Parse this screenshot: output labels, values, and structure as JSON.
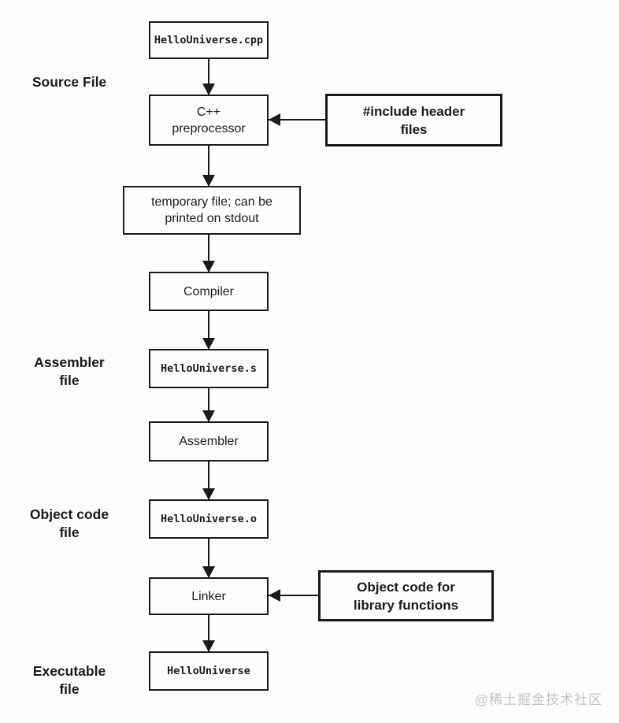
{
  "diagram": {
    "stage_labels": {
      "source_file": "Source File",
      "assembler_file": "Assembler\nfile",
      "object_code_file": "Object code\nfile",
      "executable_file": "Executable\nfile"
    },
    "nodes": {
      "source": "HelloUniverse.cpp",
      "preprocessor": "C++\npreprocessor",
      "temp_file": "temporary file; can be\nprinted on stdout",
      "compiler": "Compiler",
      "assembly": "HelloUniverse.s",
      "assembler": "Assembler",
      "object": "HelloUniverse.o",
      "linker": "Linker",
      "executable": "HelloUniverse"
    },
    "inputs": {
      "headers": "#include header\nfiles",
      "libraries": "Object code for\nlibrary functions"
    }
  },
  "watermark": "@稀土掘金技术社区",
  "colors": {
    "line": "#1a1a1a",
    "background": "#fdfdfd",
    "watermark": "#c3c3c3"
  }
}
